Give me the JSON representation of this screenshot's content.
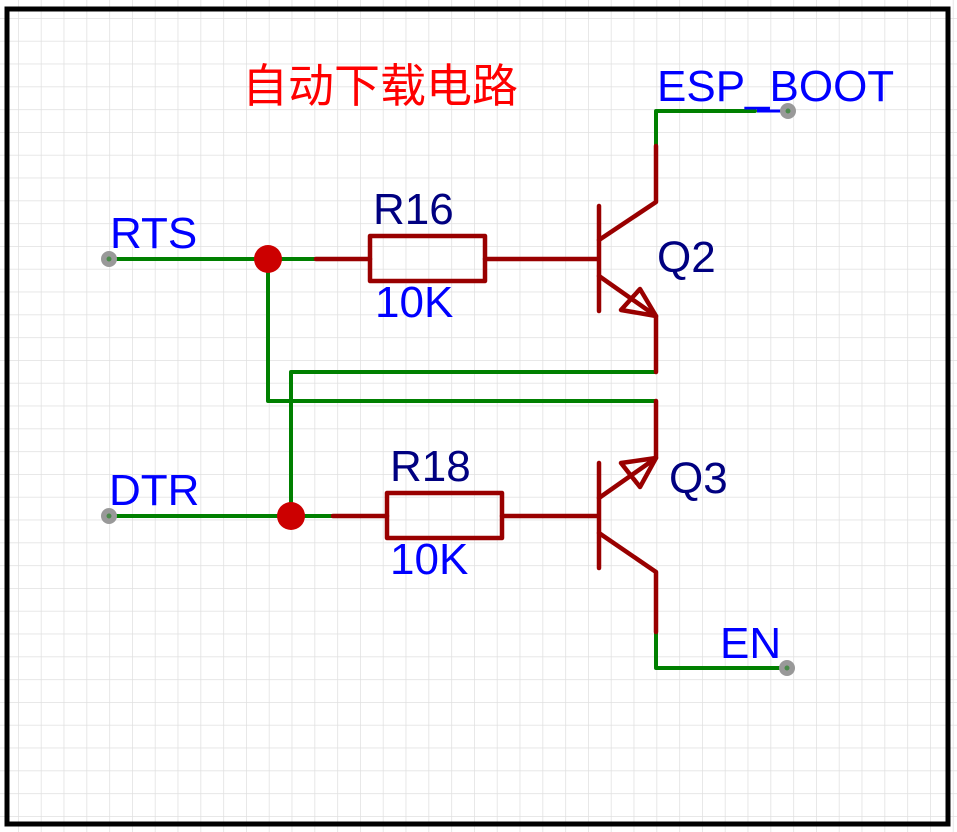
{
  "title": "自动下载电路",
  "colors": {
    "title": "#ff0000",
    "net_label": "#0000ff",
    "designator": "#000080",
    "wire": "#008000",
    "component": "#990000",
    "junction": "#cc0000",
    "pin_end": "#999999",
    "frame": "#000000",
    "grid": "#e0e0e0"
  },
  "net_labels": {
    "rts": "RTS",
    "dtr": "DTR",
    "esp_boot": "ESP_BOOT",
    "en": "EN"
  },
  "components": {
    "r16": {
      "designator": "R16",
      "value": "10K",
      "type": "resistor"
    },
    "r18": {
      "designator": "R18",
      "value": "10K",
      "type": "resistor"
    },
    "q2": {
      "designator": "Q2",
      "type": "npn-transistor"
    },
    "q3": {
      "designator": "Q3",
      "type": "npn-transistor"
    }
  }
}
